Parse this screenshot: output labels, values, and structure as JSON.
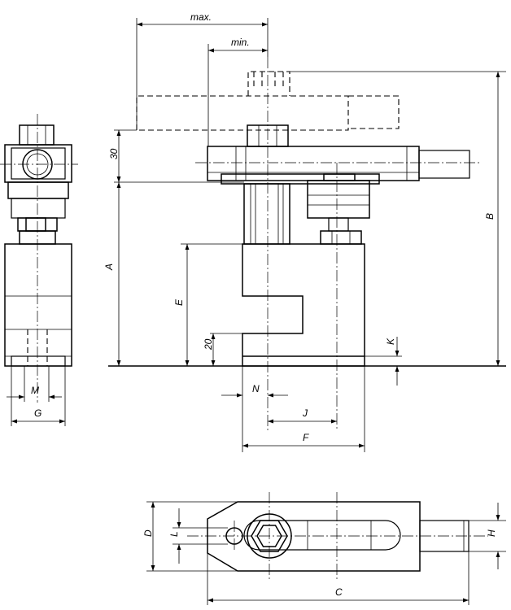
{
  "labels": {
    "max": "max.",
    "min": "min.",
    "dim_30": "30",
    "dim_a": "A",
    "dim_b": "B",
    "dim_e": "E",
    "dim_20": "20",
    "dim_k": "K",
    "dim_n": "N",
    "dim_j": "J",
    "dim_f": "F",
    "dim_m": "M",
    "dim_g": "G",
    "dim_d": "D",
    "dim_l": "L",
    "dim_h": "H",
    "dim_c": "C"
  },
  "colors": {
    "line": "#000000",
    "background": "#ffffff"
  }
}
